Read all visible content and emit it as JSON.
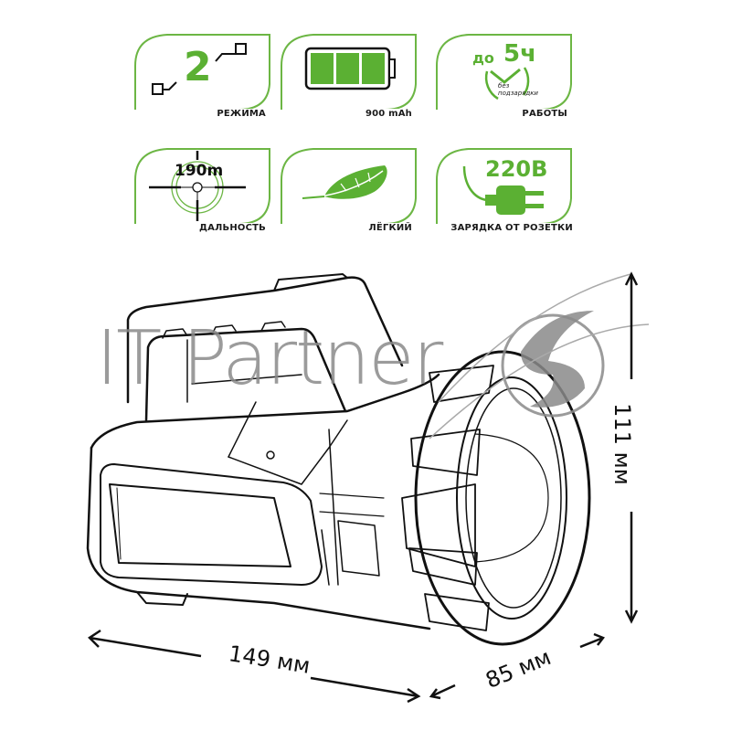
{
  "colors": {
    "accent_green": "#5bb033",
    "frame_green": "#6cb644",
    "outline": "#111111",
    "watermark_gray": "#8a8a8a"
  },
  "features": [
    {
      "id": "modes",
      "icon": "modes-switch-icon",
      "value": "2",
      "label": "РЕЖИМА"
    },
    {
      "id": "battery",
      "icon": "battery-icon",
      "value": "",
      "label": "900 mAh"
    },
    {
      "id": "runtime",
      "icon": "clock-icon",
      "prefix": "до",
      "value": "5ч",
      "sub": "без подзарядки",
      "sub_line1": "без",
      "sub_line2": "подзарядки",
      "label": "РАБОТЫ"
    },
    {
      "id": "range",
      "icon": "crosshair-icon",
      "value": "190m",
      "label": "ДАЛЬНОСТЬ"
    },
    {
      "id": "weight",
      "icon": "feather-icon",
      "value": "",
      "label": "ЛЁГКИЙ"
    },
    {
      "id": "charging",
      "icon": "plug-icon",
      "value": "220В",
      "label": "ЗАРЯДКА ОТ РОЗЕТКИ"
    }
  ],
  "watermark": {
    "text": "IT Partner"
  },
  "dimensions": {
    "length": "149 мм",
    "width": "85 мм",
    "height": "111 мм"
  }
}
